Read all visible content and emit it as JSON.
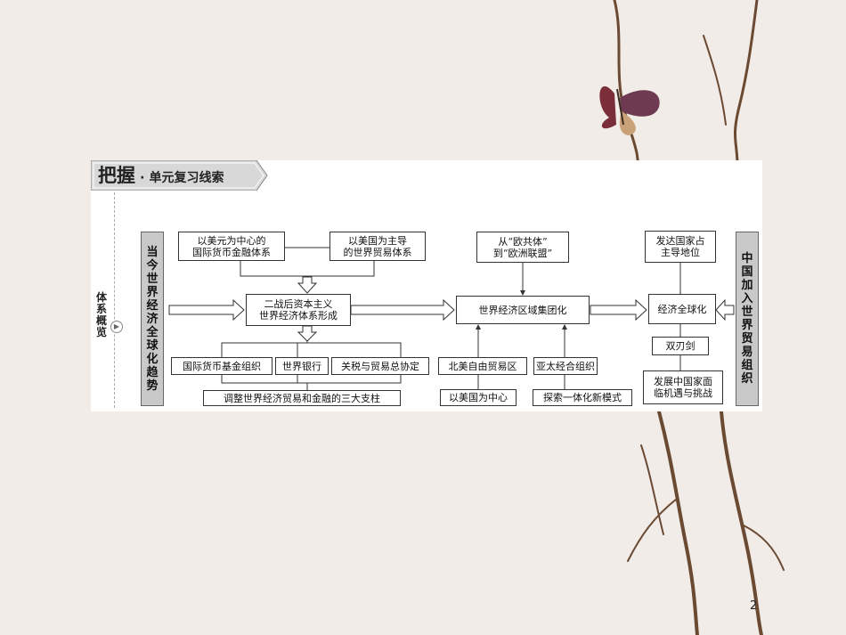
{
  "header": {
    "title_main": "把握",
    "title_sep": "·",
    "title_sub": "单元复习线索"
  },
  "side_label": "体系概览",
  "left_bar": "当今世界经济全球化趋势",
  "right_bar": "中国加入世界贸易组织",
  "boxes": {
    "usd_finance": "以美元为中心的\n国际货币金融体系",
    "us_trade": "以美国为主导\n的世界贸易体系",
    "postwar": "二战后资本主义\n世界经济体系形成",
    "imf": "国际货币基金组织",
    "world_bank": "世界银行",
    "gatt": "关税与贸易总协定",
    "three_pillars": "调整世界经济贸易和金融的三大支柱",
    "eec_eu": "从“欧共体”\n到“欧洲联盟”",
    "regional_bloc": "世界经济区域集团化",
    "nafta": "北美自由贸易区",
    "apec": "亚太经合组织",
    "us_centered": "以美国为中心",
    "explore_model": "探索一体化新模式",
    "developed_dominant": "发达国家占\n主导地位",
    "globalization": "经济全球化",
    "double_edged": "双刃剑",
    "china_challenges": "发展中国家面\n临机遇与挑战"
  },
  "page_number": "2",
  "colors": {
    "background": "#f1ece7",
    "panel": "#ffffff",
    "bar_fill": "#c9c9c9",
    "banner_fill": "#d8d8d8"
  }
}
